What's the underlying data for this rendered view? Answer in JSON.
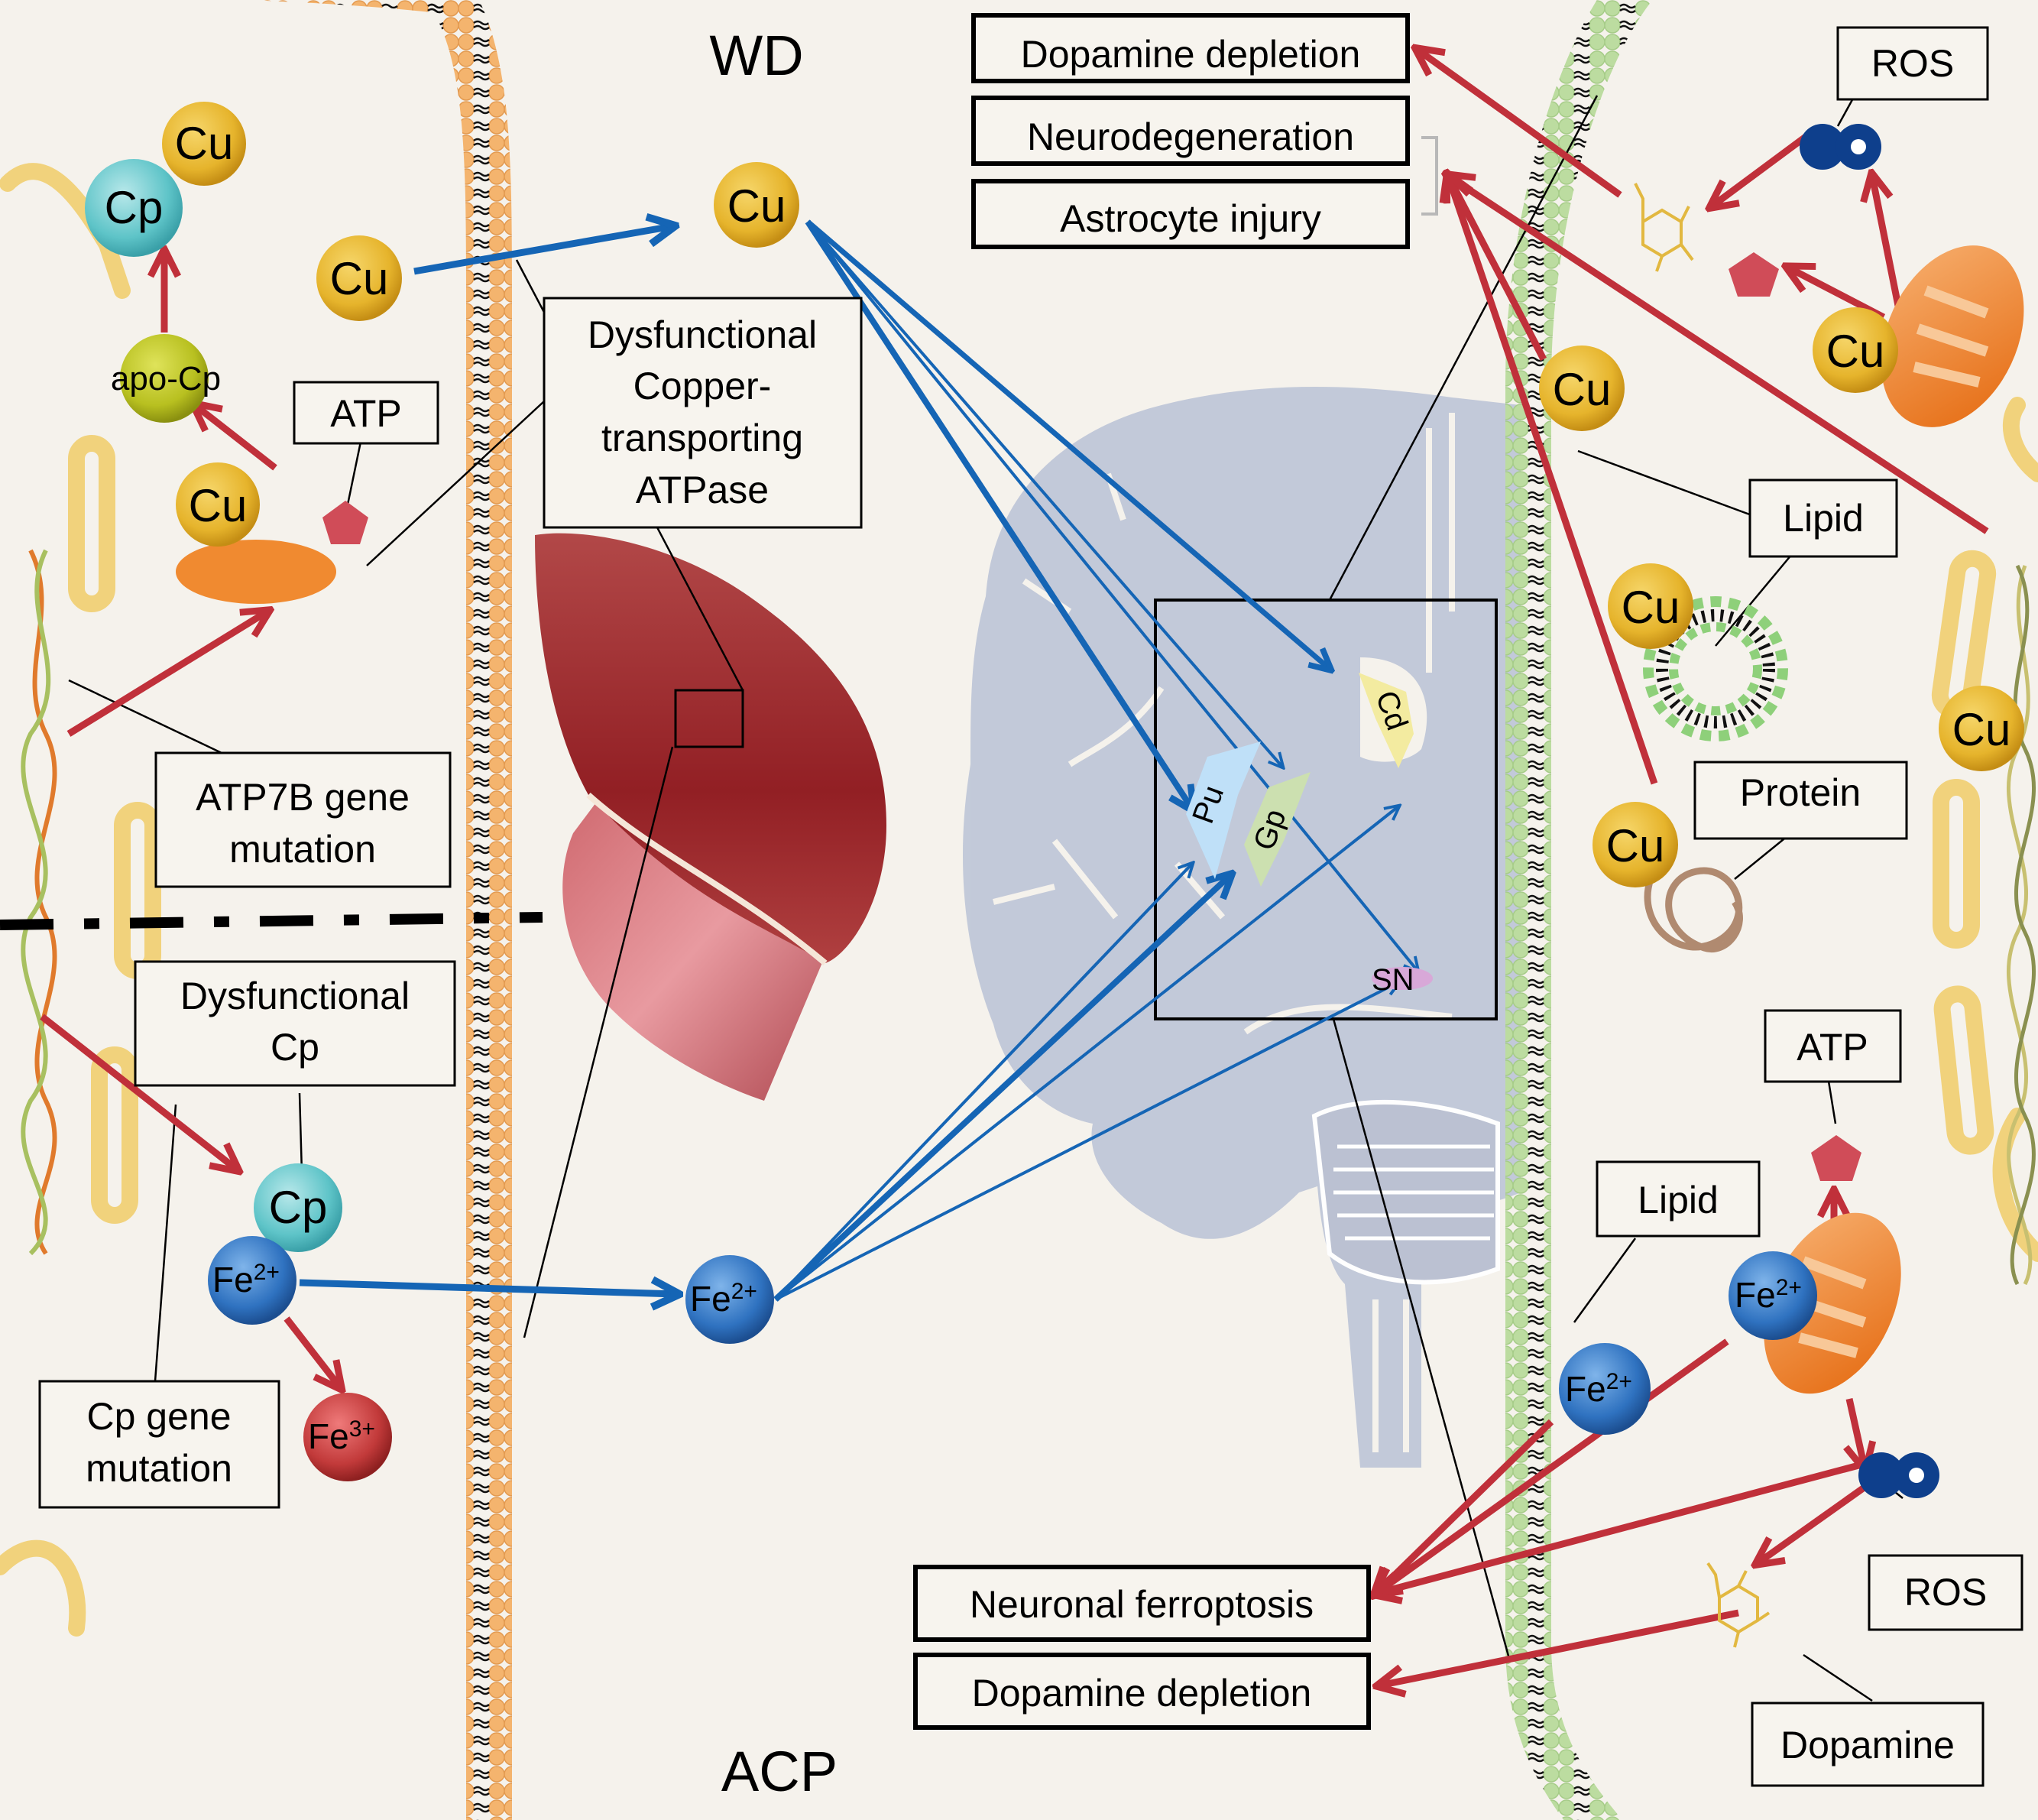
{
  "title_top": "WD",
  "title_bottom": "ACP",
  "left_cell": {
    "ions": {
      "cu_top": "Cu",
      "cp_top": "Cp",
      "apo_cp": "apo-Cp",
      "cu_outer": "Cu",
      "cu_atpase": "Cu",
      "cp_bottom": "Cp",
      "fe2_bottom": "Fe",
      "fe2_sup": "2+",
      "fe3": "Fe",
      "fe3_sup": "3+"
    },
    "labels": {
      "atp": "ATP",
      "atp7b_line1": "ATP7B gene",
      "atp7b_line2": "mutation",
      "dys_cp_line1": "Dysfunctional",
      "dys_cp_line2": "Cp",
      "cp_gene_line1": "Cp gene",
      "cp_gene_line2": "mutation"
    }
  },
  "liver": {
    "label_lines": [
      "Dysfunctional",
      "Copper-",
      "transporting",
      "ATPase"
    ]
  },
  "blood": {
    "cu": "Cu",
    "fe": "Fe",
    "fe_sup": "2+"
  },
  "brain_regions": {
    "pu": "Pu",
    "gp": "Gp",
    "cd": "Cd",
    "sn": "SN"
  },
  "outcomes_top": {
    "items": [
      "Dopamine depletion",
      "Neurodegeneration",
      "Astrocyte injury"
    ]
  },
  "outcomes_bottom": {
    "items": [
      "Neuronal ferroptosis",
      "Dopamine depletion"
    ]
  },
  "right_cell": {
    "labels": {
      "ros_top": "ROS",
      "lipid_top": "Lipid",
      "protein": "Protein",
      "atp": "ATP",
      "lipid_bottom": "Lipid",
      "ros_bottom": "ROS",
      "dopamine": "Dopamine"
    },
    "ions": {
      "cu_mito": "Cu",
      "cu_membrane": "Cu",
      "cu_vesicle": "Cu",
      "cu_protein": "Cu",
      "cu_edge": "Cu",
      "fe_mito": "Fe",
      "fe_mito_sup": "2+",
      "fe_membrane": "Fe",
      "fe_membrane_sup": "2+"
    }
  },
  "colors": {
    "background": "#f5f2ec",
    "copper": "#e8b830",
    "iron2": "#2f72c0",
    "iron3": "#c23a3a",
    "cp": "#5ec4c8",
    "apo_cp": "#b8c020",
    "red_arrow": "#c0303a",
    "blue_arrow": "#1565b5",
    "left_membrane": "#f2b070",
    "right_membrane": "#b8d89a",
    "brain": "#c0c7d8",
    "liver": "#9b2a2a"
  }
}
